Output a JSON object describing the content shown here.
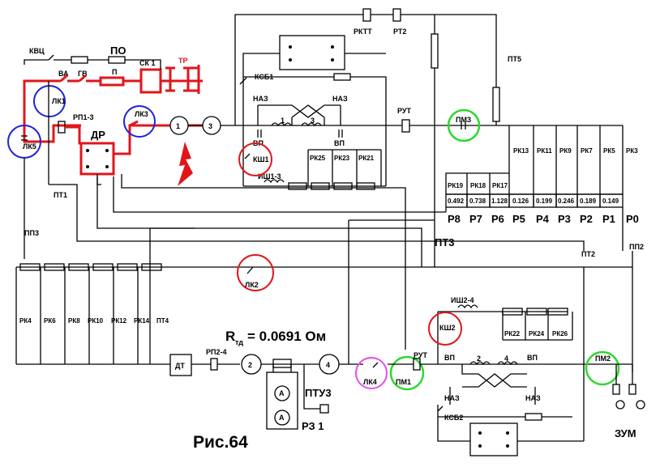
{
  "labels": {
    "kvc": "КВЦ",
    "va": "ВА",
    "gv": "ГВ",
    "po": "ПО",
    "p": "П",
    "sk1": "СК 1",
    "tr": "ТР",
    "rktt": "РКТТ",
    "rt2": "РТ2",
    "pt5": "ПТ5",
    "ksb1": "КСБ1",
    "naz1": "НАЗ",
    "naz2": "НАЗ",
    "coil1": "1",
    "coil3": "3",
    "vp1": "ВП",
    "vp2": "ВП",
    "rut1": "РУТ",
    "pm3": "ПМ3",
    "lk1": "ЛК1",
    "lk3": "ЛК3",
    "lk5": "ЛК5",
    "rp13": "РП1-3",
    "dr": "ДР",
    "m1": "1",
    "m3": "3",
    "ksh1": "КШ1",
    "ish13": "ИШ1-3",
    "rk25": "РК25",
    "rk23": "РК23",
    "rk21": "РК21",
    "rk13": "РК13",
    "rk11": "РК11",
    "rk9": "РК9",
    "rk7": "РК7",
    "rk5": "РК5",
    "rk3": "РК3",
    "rk19": "РК19",
    "rk18": "РК18",
    "rk17": "РК17",
    "pt1": "ПТ1",
    "pp3": "ПП3",
    "pt3": "ПТ3",
    "pt2": "ПТ2",
    "pp2": "ПП2",
    "lk2": "ЛК2",
    "ish24": "ИШ2-4",
    "ksh2": "КШ2",
    "rk22": "РК22",
    "rk24": "РК24",
    "rk26": "РК26",
    "rk4": "РК4",
    "rk6": "РК6",
    "rk8": "РК8",
    "rk10": "РК10",
    "rk12": "РК12",
    "rk14": "РК14",
    "pt4": "ПТ4",
    "dt": "ДТ",
    "rp24": "РП2-4",
    "m2": "2",
    "m4": "4",
    "amm1": "А",
    "amm2": "А",
    "ptu3": "ПТУ3",
    "rz1": "РЗ 1",
    "lk4": "ЛК4",
    "pm1": "ПМ1",
    "rut2": "РУТ",
    "vp3": "ВП",
    "vp4": "ВП",
    "coil2": "2",
    "coil4": "4",
    "naz3": "НАЗ",
    "naz4": "НАЗ",
    "ksb2": "КСБ2",
    "pm2": "ПМ2",
    "zum": "ЗУМ",
    "fig": "Рис.64"
  },
  "resistance": {
    "prefix": "R",
    "sub": "тд",
    "value": "= 0.0691  Ом"
  },
  "resistor_values": [
    {
      "name": "P8",
      "value": "0.492"
    },
    {
      "name": "P7",
      "value": "0.738"
    },
    {
      "name": "P6",
      "value": "1.128"
    },
    {
      "name": "P5",
      "value": "0.126"
    },
    {
      "name": "P4",
      "value": "0.199"
    },
    {
      "name": "P3",
      "value": "0.246"
    },
    {
      "name": "P2",
      "value": "0.189"
    },
    {
      "name": "P1",
      "value": "0.149"
    },
    {
      "name": "P0",
      "value": ""
    }
  ],
  "stage_names": {
    "p8": "Р8",
    "p7": "Р7",
    "p6": "Р6",
    "p5": "Р5",
    "p4": "Р4",
    "p3": "Р3",
    "p2": "Р2",
    "p1": "Р1",
    "p0": "Р0"
  },
  "colors": {
    "wire": "#000000",
    "energized": "#e0161b",
    "blue": "#1f22d9",
    "red": "#e0161b",
    "green": "#2ed82e",
    "magenta": "#e34fe6"
  }
}
